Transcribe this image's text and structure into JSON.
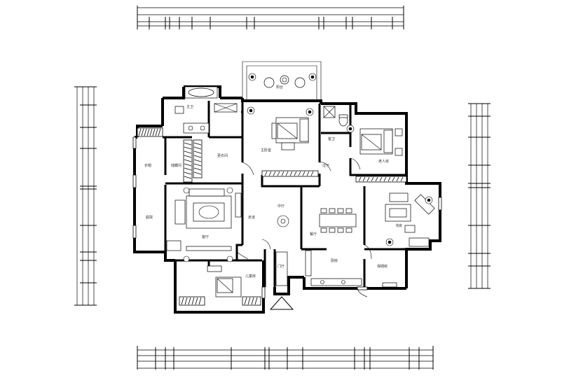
{
  "rooms": {
    "bathroom_master": "主卫",
    "closet_master": "衣帽",
    "walkin_closet": "更衣间",
    "master_bedroom": "主卧室",
    "balcony": "阳台",
    "guest_bath": "客卫",
    "corridor": "过厅",
    "elder_bedroom": "老人房",
    "storage": "储藏间",
    "living_room": "客厅",
    "courtyard": "庭院",
    "hall": "中厅",
    "dining": "餐厅",
    "kitchen": "厨房",
    "study": "书房",
    "kids_room": "儿童房",
    "entry": "门厅",
    "nanny_room": "保姆房",
    "side_corridor": "走道"
  }
}
